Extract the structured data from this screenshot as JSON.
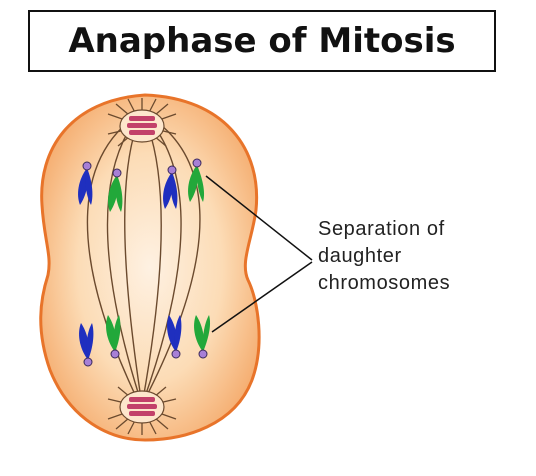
{
  "title": "Anaphase of Mitosis",
  "label": {
    "line1": "Separation of",
    "line2": "daughter",
    "line3": "chromosomes"
  },
  "colors": {
    "cell_border": "#e8742a",
    "cell_fill_outer": "#f6b67a",
    "cell_fill_inner": "#fde6cc",
    "centrosome": "#c2416a",
    "spindle": "#6b4a2e",
    "chromatid_blue": "#1f2fbf",
    "chromatid_green": "#22a83a",
    "centromere": "#a77fd6"
  }
}
